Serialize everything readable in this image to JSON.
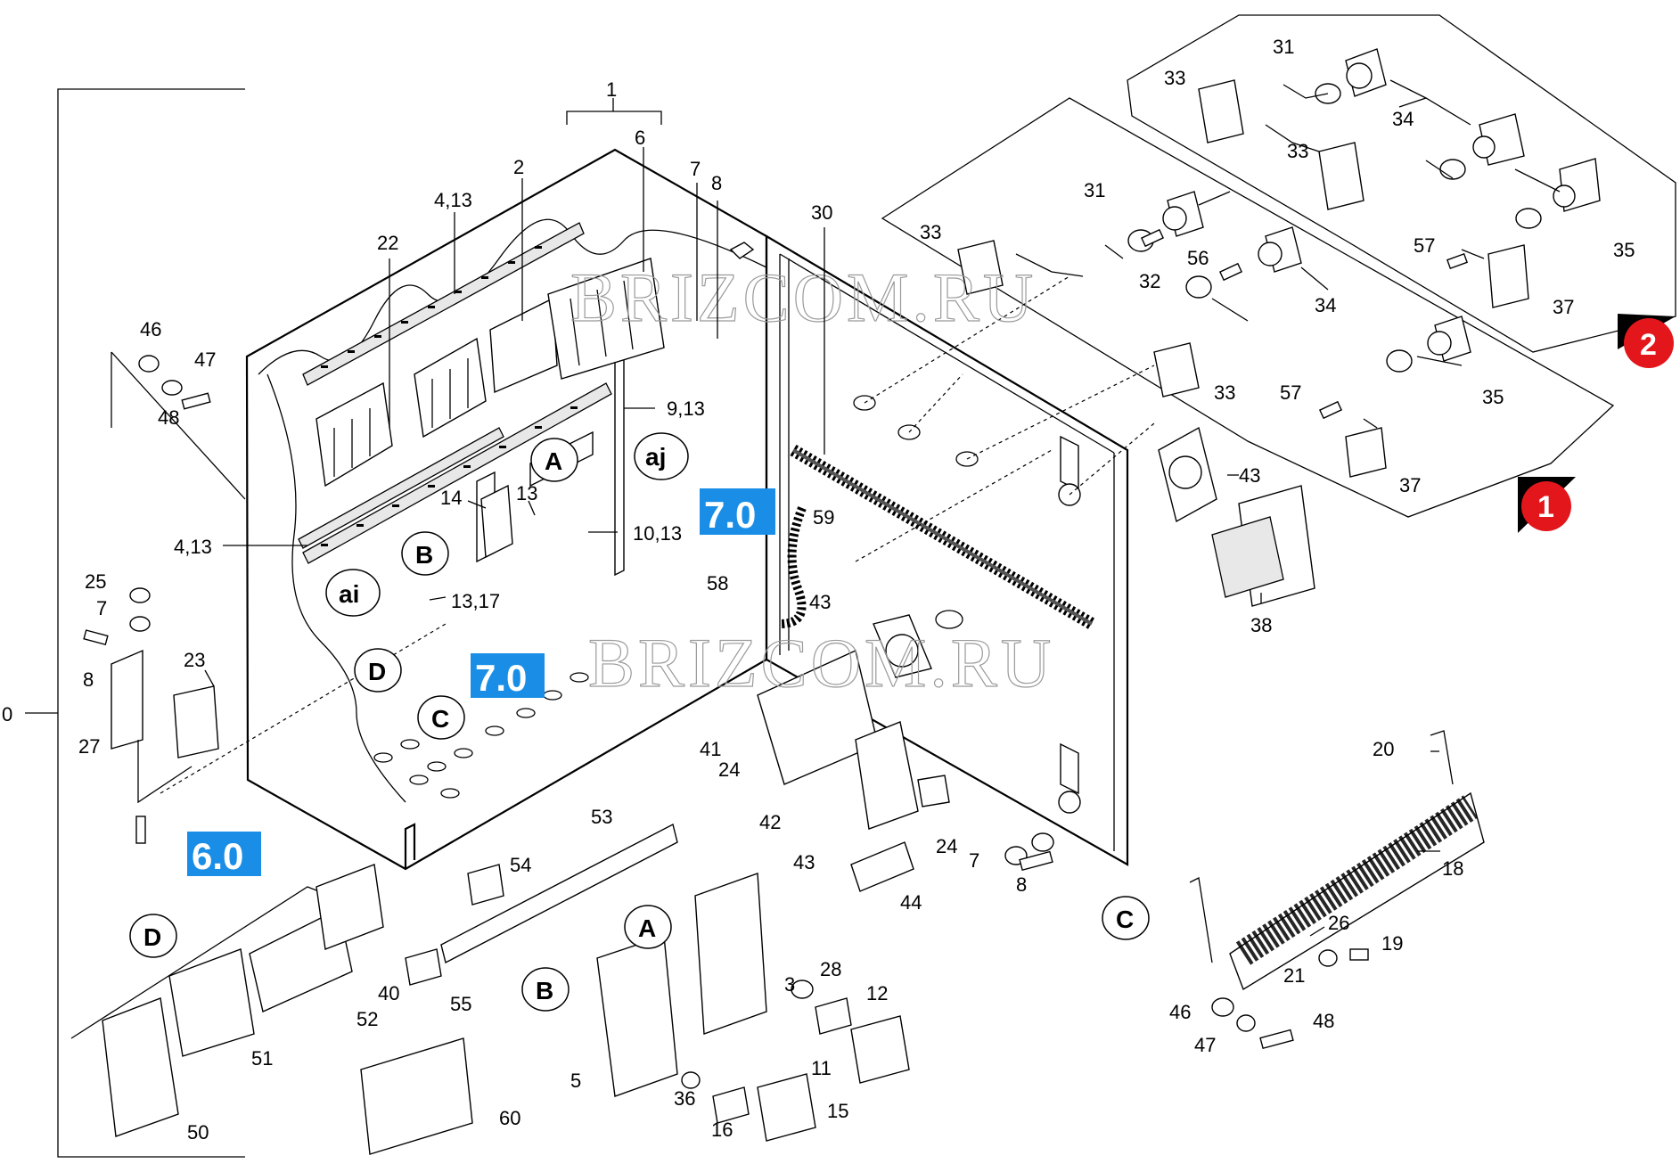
{
  "watermarks": [
    "BRIZCOM.RU",
    "BRIZCOM.RU"
  ],
  "section_markers": [
    {
      "number": "1",
      "color": "#e3161b"
    },
    {
      "number": "2",
      "color": "#e3161b"
    }
  ],
  "reference_boxes": [
    {
      "id": "ref-aj",
      "text": "7.0",
      "color": "#1a8ee6"
    },
    {
      "id": "ref-ai",
      "text": "7.0",
      "color": "#1a8ee6"
    },
    {
      "id": "ref-left",
      "text": "6.0",
      "color": "#1a8ee6"
    }
  ],
  "circle_labels": {
    "A_top": "A",
    "B_top": "B",
    "aj": "aj",
    "ai": "ai",
    "D_top": "D",
    "C_top": "C",
    "D_bottom": "D",
    "A_bottom": "A",
    "B_bottom": "B",
    "C_right": "C"
  },
  "callouts": {
    "c0": "0",
    "c1": "1",
    "c2": "2",
    "c3": "3",
    "c4_13a": "4,13",
    "c4_13b": "4,13",
    "c5": "5",
    "c6": "6",
    "c7a": "7",
    "c7b": "7",
    "c7c": "7",
    "c8a": "8",
    "c8b": "8",
    "c8c": "8",
    "c9_13": "9,13",
    "c10_13": "10,13",
    "c11": "11",
    "c12": "12",
    "c13": "13",
    "c13_17": "13,17",
    "c14": "14",
    "c15": "15",
    "c16": "16",
    "c18": "18",
    "c19": "19",
    "c20": "20",
    "c21": "21",
    "c22": "22",
    "c23": "23",
    "c24a": "24",
    "c24b": "24",
    "c25": "25",
    "c26": "26",
    "c27": "27",
    "c28": "28",
    "c30": "30",
    "c31a": "31",
    "c31b": "31",
    "c32": "32",
    "c33a": "33",
    "c33b": "33",
    "c33c": "33",
    "c33d": "33",
    "c34a": "34",
    "c34b": "34",
    "c35a": "35",
    "c35b": "35",
    "c36": "36",
    "c37a": "37",
    "c37b": "37",
    "c38": "38",
    "c40": "40",
    "c41": "41",
    "c42": "42",
    "c43a": "43",
    "c43b": "43",
    "c43c": "43",
    "c44": "44",
    "c46a": "46",
    "c46b": "46",
    "c47a": "47",
    "c47b": "47",
    "c48a": "48",
    "c48b": "48",
    "c50": "50",
    "c51": "51",
    "c52": "52",
    "c53": "53",
    "c54": "54",
    "c55": "55",
    "c56": "56",
    "c57a": "57",
    "c57b": "57",
    "c58": "58",
    "c59": "59",
    "c60": "60"
  }
}
